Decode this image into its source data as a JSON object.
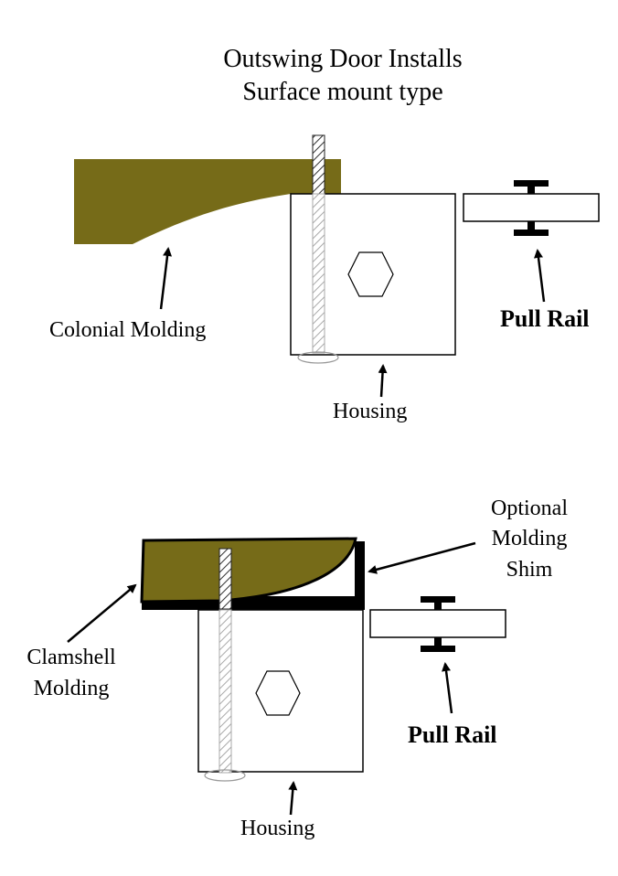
{
  "title": {
    "line1": "Outswing Door Installs",
    "line2": "Surface mount type"
  },
  "top_diagram": {
    "molding_label": "Colonial Molding",
    "pull_rail_label": "Pull Rail",
    "housing_label": "Housing"
  },
  "bottom_diagram": {
    "shim_label": {
      "line1": "Optional",
      "line2": "Molding",
      "line3": "Shim"
    },
    "molding_label": {
      "line1": "Clamshell",
      "line2": "Molding"
    },
    "pull_rail_label": "Pull Rail",
    "housing_label": "Housing"
  },
  "colors": {
    "molding": "#766b18",
    "outline": "#000000",
    "screw": "#8a8a8a",
    "background": "#ffffff"
  },
  "icons": {
    "screw": "hatched-screw",
    "bolt": "hexagon",
    "pull_rail": "i-beam"
  }
}
